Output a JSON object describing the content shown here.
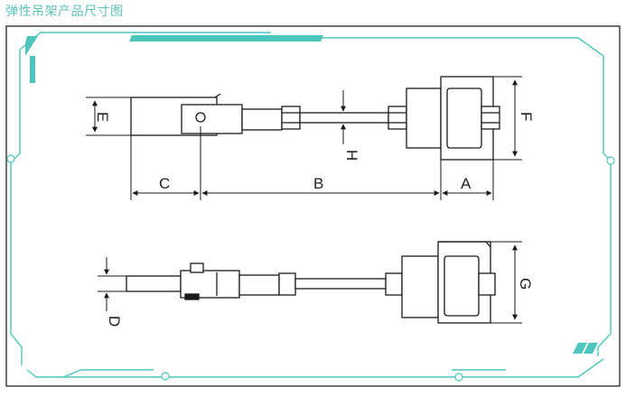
{
  "title": "弹性吊架产品尺寸图",
  "colors": {
    "accent": "#4cc6bd",
    "line": "#1a1a1a",
    "body": "#ffffff"
  },
  "dimensions": {
    "A": "A",
    "B": "B",
    "C": "C",
    "D": "D",
    "E": "E",
    "F": "F",
    "G": "G",
    "H": "H"
  }
}
